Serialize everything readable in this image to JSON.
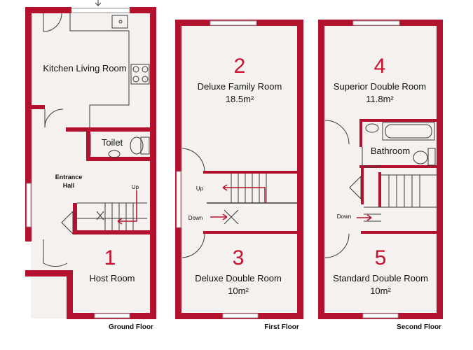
{
  "rooms": {
    "kitchen": {
      "name": "Kitchen Living Room"
    },
    "toilet": {
      "name": "Toilet"
    },
    "entrance": {
      "line1": "Entrance",
      "line2": "Hall"
    },
    "host": {
      "number": "1",
      "name": "Host Room"
    },
    "deluxe_family": {
      "number": "2",
      "name": "Deluxe Family Room",
      "area": "18.5m²"
    },
    "deluxe_double": {
      "number": "3",
      "name": "Deluxe Double Room",
      "area": "10m²"
    },
    "superior_double": {
      "number": "4",
      "name": "Superior Double Room",
      "area": "11.8m²"
    },
    "bathroom": {
      "name": "Bathroom"
    },
    "standard_double": {
      "number": "5",
      "name": "Standard Double Room",
      "area": "10m²"
    }
  },
  "stairs": {
    "ground_up": "Up",
    "first_up": "Up",
    "first_down": "Down",
    "second_down": "Down"
  },
  "floors": {
    "ground": "Ground Floor",
    "first": "First Floor",
    "second": "Second Floor"
  },
  "colors": {
    "wall": "#b3122e",
    "number": "#c8102e"
  }
}
